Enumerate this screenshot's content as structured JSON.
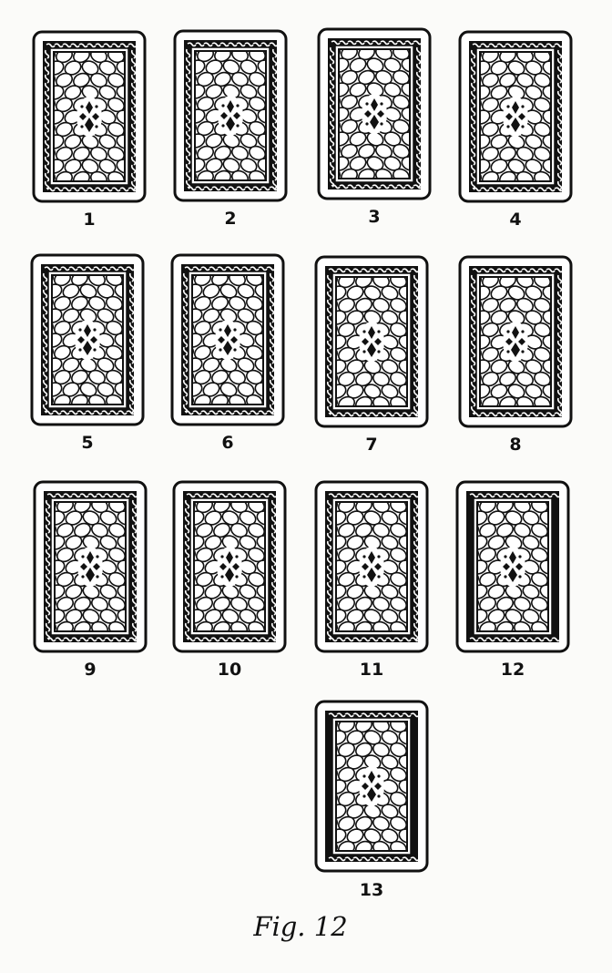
{
  "figure": {
    "caption": "Fig. 12",
    "cards": [
      {
        "label": "1",
        "dark": false
      },
      {
        "label": "2",
        "dark": false
      },
      {
        "label": "3",
        "dark": false
      },
      {
        "label": "4",
        "dark": false
      },
      {
        "label": "5",
        "dark": false
      },
      {
        "label": "6",
        "dark": false
      },
      {
        "label": "7",
        "dark": false
      },
      {
        "label": "8",
        "dark": false
      },
      {
        "label": "9",
        "dark": false
      },
      {
        "label": "10",
        "dark": false
      },
      {
        "label": "11",
        "dark": false
      },
      {
        "label": "12",
        "dark": true
      },
      {
        "label": "13",
        "dark": true
      }
    ],
    "colors": {
      "ink": "#111111",
      "paper": "#fbfbf9"
    }
  }
}
